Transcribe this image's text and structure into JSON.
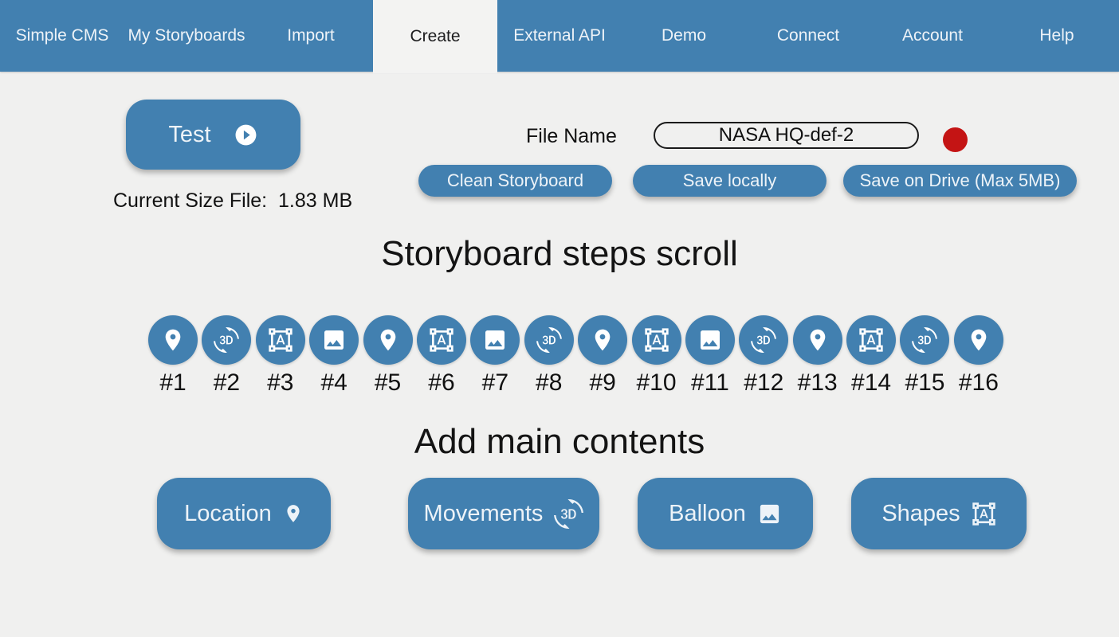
{
  "navbar": {
    "items": [
      {
        "label": "Simple CMS",
        "active": false
      },
      {
        "label": "My Storyboards",
        "active": false
      },
      {
        "label": "Import",
        "active": false
      },
      {
        "label": "Create",
        "active": true
      },
      {
        "label": "External API",
        "active": false
      },
      {
        "label": "Demo",
        "active": false
      },
      {
        "label": "Connect",
        "active": false
      },
      {
        "label": "Account",
        "active": false
      },
      {
        "label": "Help",
        "active": false
      }
    ]
  },
  "toolbar": {
    "test_label": "Test",
    "current_size_label": "Current Size File:",
    "current_size_value": "1.83 MB",
    "file_name_label": "File Name",
    "file_name_value": "NASA HQ-def-2",
    "clean_label": "Clean Storyboard",
    "save_locally_label": "Save locally",
    "save_drive_label": "Save on Drive (Max 5MB)"
  },
  "steps": {
    "heading": "Storyboard steps scroll",
    "items": [
      {
        "label": "#1",
        "icon": "location"
      },
      {
        "label": "#2",
        "icon": "3d-rotation"
      },
      {
        "label": "#3",
        "icon": "shapes"
      },
      {
        "label": "#4",
        "icon": "image"
      },
      {
        "label": "#5",
        "icon": "location"
      },
      {
        "label": "#6",
        "icon": "shapes"
      },
      {
        "label": "#7",
        "icon": "image"
      },
      {
        "label": "#8",
        "icon": "3d-rotation"
      },
      {
        "label": "#9",
        "icon": "location"
      },
      {
        "label": "#10",
        "icon": "shapes"
      },
      {
        "label": "#11",
        "icon": "image"
      },
      {
        "label": "#12",
        "icon": "3d-rotation"
      },
      {
        "label": "#13",
        "icon": "location"
      },
      {
        "label": "#14",
        "icon": "shapes"
      },
      {
        "label": "#15",
        "icon": "3d-rotation"
      },
      {
        "label": "#16",
        "icon": "location"
      }
    ]
  },
  "contents": {
    "heading": "Add main contents",
    "buttons": [
      {
        "label": "Location",
        "icon": "location"
      },
      {
        "label": "Movements",
        "icon": "3d-rotation"
      },
      {
        "label": "Balloon",
        "icon": "image"
      },
      {
        "label": "Shapes",
        "icon": "shapes"
      }
    ]
  },
  "colors": {
    "accent": "#4280b0",
    "background": "#f0f0ef",
    "status_dot": "#c41414",
    "nav_active_bg": "#f3f3f2"
  }
}
